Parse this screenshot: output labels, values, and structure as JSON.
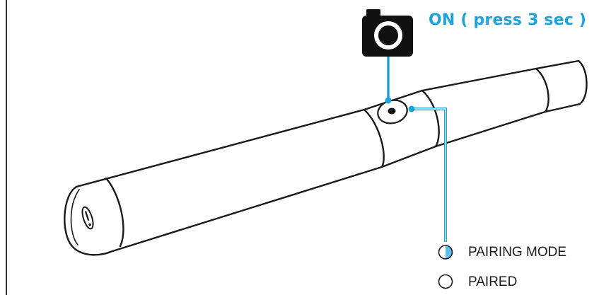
{
  "on_label": "ON ( press 3 sec )",
  "legend": {
    "pairing_mode": "PAIRING MODE",
    "paired": "PAIRED"
  },
  "colors": {
    "accent": "#1aa3dc",
    "camera_icon": "#111111",
    "outline": "#1a1a1a"
  },
  "icons": [
    "camera-icon",
    "half-filled-circle-icon",
    "empty-circle-icon",
    "warning-icon"
  ]
}
